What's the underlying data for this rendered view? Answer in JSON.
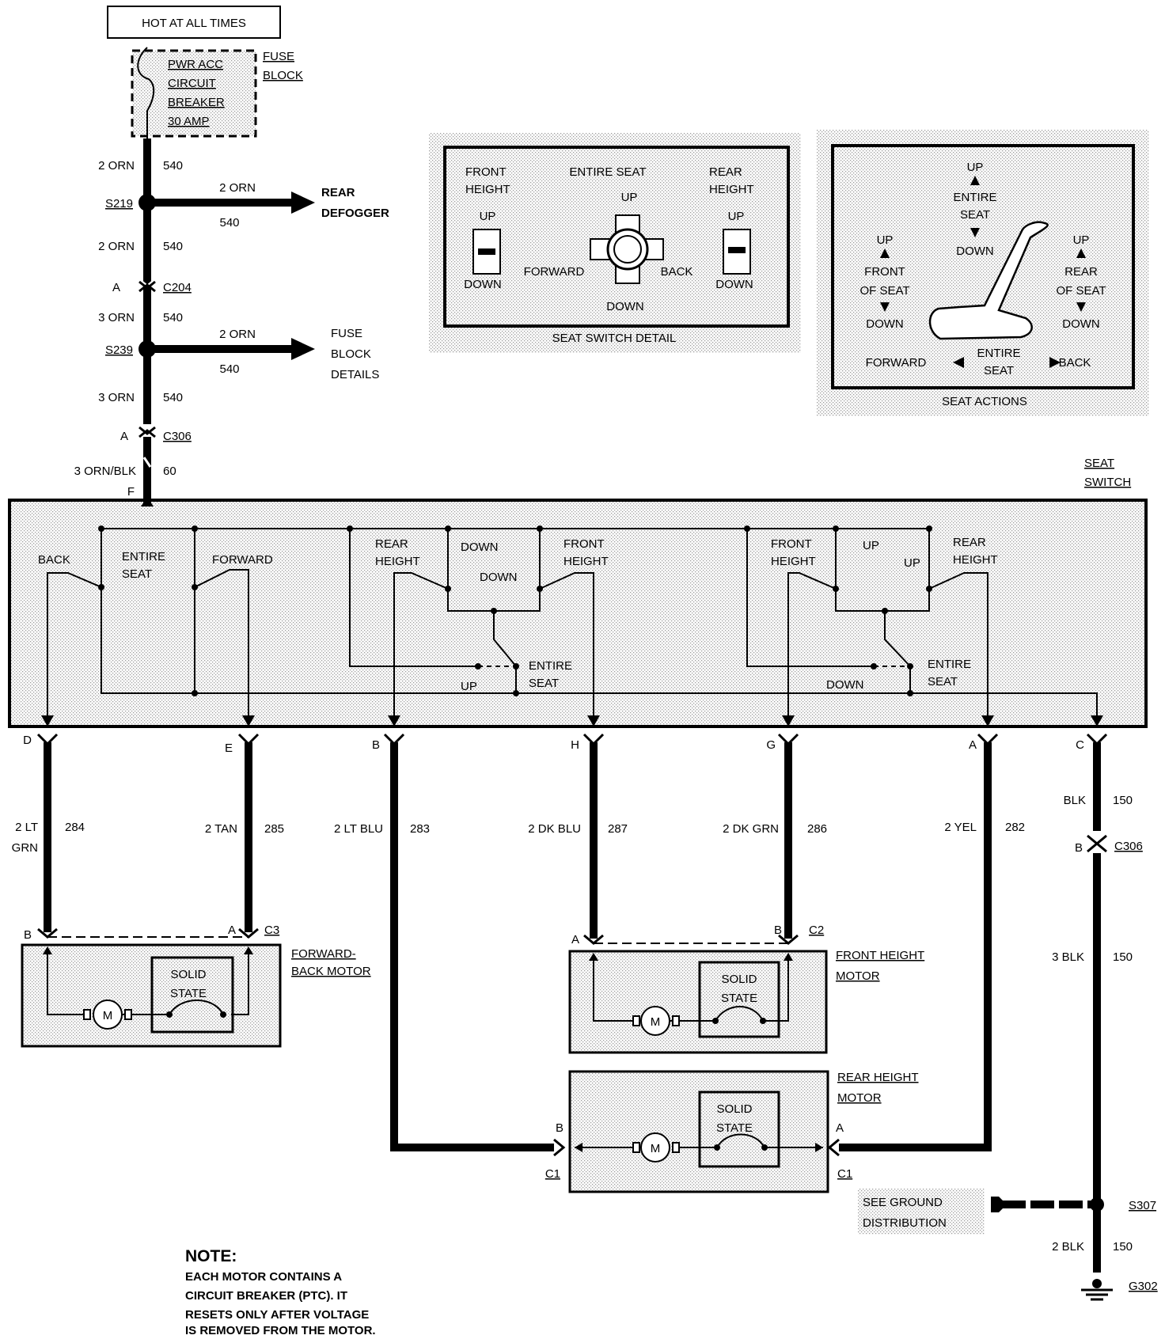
{
  "source": {
    "label": "HOT AT ALL TIMES"
  },
  "fuse": {
    "lines": [
      "PWR ACC",
      "CIRCUIT",
      "BREAKER",
      "30 AMP"
    ],
    "block": [
      "FUSE",
      "BLOCK"
    ]
  },
  "feed": {
    "w1": {
      "color": "2 ORN",
      "circuit": "540"
    },
    "s219": {
      "id": "S219",
      "wire": "2 ORN",
      "circuit": "540",
      "dest": [
        "REAR",
        "DEFOGGER"
      ]
    },
    "w2": {
      "color": "2 ORN",
      "circuit": "540"
    },
    "c204": {
      "pin": "A",
      "id": "C204"
    },
    "w3": {
      "color": "3 ORN",
      "circuit": "540"
    },
    "s239": {
      "id": "S239",
      "wire": "2 ORN",
      "circuit": "540",
      "dest": [
        "FUSE",
        "BLOCK",
        "DETAILS"
      ]
    },
    "w4": {
      "color": "3 ORN",
      "circuit": "540"
    },
    "c306": {
      "pin": "A",
      "id": "C306"
    },
    "w5": {
      "color": "3 ORN/BLK",
      "circuit": "60",
      "pin": "F"
    }
  },
  "switch_detail": {
    "caption": "SEAT SWITCH DETAIL",
    "front": [
      "FRONT",
      "HEIGHT"
    ],
    "entire": "ENTIRE SEAT",
    "rear": [
      "REAR",
      "HEIGHT"
    ],
    "up": "UP",
    "down": "DOWN",
    "forward": "FORWARD",
    "back": "BACK"
  },
  "seat_actions": {
    "caption": "SEAT ACTIONS",
    "up": "UP",
    "down": "DOWN",
    "entire": [
      "ENTIRE",
      "SEAT"
    ],
    "front": [
      "FRONT",
      "OF SEAT"
    ],
    "rear": [
      "REAR",
      "OF SEAT"
    ],
    "forward": "FORWARD",
    "back": "BACK"
  },
  "seat_switch": {
    "title": [
      "SEAT",
      "SWITCH"
    ],
    "labels": {
      "back": "BACK",
      "entire": [
        "ENTIRE",
        "SEAT"
      ],
      "forward": "FORWARD",
      "rear_height": [
        "REAR",
        "HEIGHT"
      ],
      "front_height": [
        "FRONT",
        "HEIGHT"
      ],
      "down": "DOWN",
      "up": "UP"
    }
  },
  "wires": [
    {
      "pin": "D",
      "color": [
        "2 LT",
        "GRN"
      ],
      "circuit": "284"
    },
    {
      "pin": "E",
      "color": [
        "2 TAN"
      ],
      "circuit": "285"
    },
    {
      "pin": "B",
      "color": [
        "2 LT BLU"
      ],
      "circuit": "283"
    },
    {
      "pin": "H",
      "color": [
        "2 DK BLU"
      ],
      "circuit": "287"
    },
    {
      "pin": "G",
      "color": [
        "2 DK GRN"
      ],
      "circuit": "286"
    },
    {
      "pin": "A",
      "color": [
        "2 YEL"
      ],
      "circuit": "282"
    },
    {
      "pin": "C",
      "color": [
        "BLK"
      ],
      "circuit": "150"
    }
  ],
  "ground_run": {
    "c306": {
      "pin": "B",
      "id": "C306"
    },
    "w2": {
      "color": "3 BLK",
      "circuit": "150"
    },
    "s307": {
      "id": "S307",
      "ref": [
        "SEE GROUND",
        "DISTRIBUTION"
      ]
    },
    "w3": {
      "color": "2 BLK",
      "circuit": "150"
    },
    "ground": "G302"
  },
  "motors": {
    "fb": {
      "name": [
        "FORWARD-",
        "BACK MOTOR"
      ],
      "pin_left": "B",
      "pin_right": "A",
      "conn": "C3"
    },
    "front": {
      "name": [
        "FRONT HEIGHT",
        "MOTOR"
      ],
      "pin_left": "A",
      "pin_right": "B",
      "conn": "C2"
    },
    "rear": {
      "name": [
        "REAR HEIGHT",
        "MOTOR"
      ],
      "pin_left": "B",
      "pin_right": "A",
      "conn_left": "C1",
      "conn_right": "C1"
    },
    "solid_state": [
      "SOLID",
      "STATE"
    ],
    "motor_symbol": "M"
  },
  "note": {
    "title": "NOTE:",
    "lines": [
      "EACH MOTOR CONTAINS A",
      "CIRCUIT BREAKER (PTC). IT",
      "RESETS ONLY AFTER VOLTAGE",
      "IS REMOVED FROM THE MOTOR."
    ]
  }
}
